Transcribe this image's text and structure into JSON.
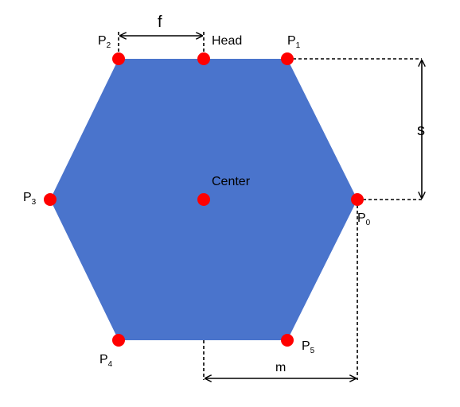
{
  "colors": {
    "hexagon_fill": "#4a74cc",
    "point": "#ff0000",
    "line": "#000000",
    "background": "#ffffff"
  },
  "labels": {
    "head": "Head",
    "center": "Center",
    "p0": {
      "base": "P",
      "sub": "0"
    },
    "p1": {
      "base": "P",
      "sub": "1"
    },
    "p2": {
      "base": "P",
      "sub": "2"
    },
    "p3": {
      "base": "P",
      "sub": "3"
    },
    "p4": {
      "base": "P",
      "sub": "4"
    },
    "p5": {
      "base": "P",
      "sub": "5"
    },
    "f": "f",
    "s": "s",
    "m": "m"
  }
}
